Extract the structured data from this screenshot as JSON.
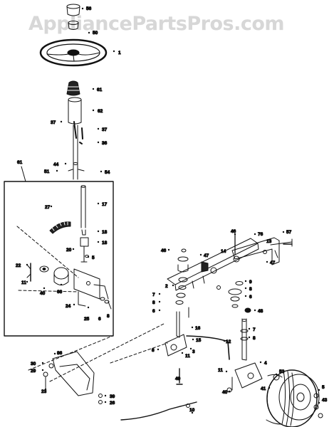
{
  "watermark": "AppliancePartsPros.com",
  "colors": {
    "ink": "#111111",
    "watermark": "#d7d7d7",
    "background": "#ffffff"
  },
  "callouts": [
    {
      "id": "c-top-cap",
      "text": "56"
    },
    {
      "id": "c-adapter",
      "text": "50"
    },
    {
      "id": "c-wheel",
      "text": "1"
    },
    {
      "id": "c-bellows",
      "text": "61"
    },
    {
      "id": "c-column-sleeve",
      "text": "62"
    },
    {
      "id": "c-pin-l",
      "text": "37"
    },
    {
      "id": "c-pin-r",
      "text": "37"
    },
    {
      "id": "c-pin-bottom",
      "text": "36"
    },
    {
      "id": "c-shaft-44",
      "text": "44"
    },
    {
      "id": "c-shaft-51",
      "text": "51"
    },
    {
      "id": "c-shaft-54",
      "text": "54"
    },
    {
      "id": "c-inset",
      "text": "61"
    },
    {
      "id": "c-shaft",
      "text": "17"
    },
    {
      "id": "c-sector",
      "text": "27"
    },
    {
      "id": "c-18a",
      "text": "18"
    },
    {
      "id": "c-18b",
      "text": "18"
    },
    {
      "id": "c-20",
      "text": "20"
    },
    {
      "id": "c-inset-5",
      "text": "5"
    },
    {
      "id": "c-22",
      "text": "22"
    },
    {
      "id": "c-11",
      "text": "11"
    },
    {
      "id": "c-40",
      "text": "40"
    },
    {
      "id": "c-60",
      "text": "60"
    },
    {
      "id": "c-24",
      "text": "24"
    },
    {
      "id": "c-25",
      "text": "25"
    },
    {
      "id": "c-inset-6",
      "text": "6"
    },
    {
      "id": "c-inset-8",
      "text": "8"
    },
    {
      "id": "c-46",
      "text": "46"
    },
    {
      "id": "c-47",
      "text": "47"
    },
    {
      "id": "c-spindle-l-2",
      "text": "2"
    },
    {
      "id": "c-7l",
      "text": "7"
    },
    {
      "id": "c-8l",
      "text": "8"
    },
    {
      "id": "c-6l",
      "text": "6"
    },
    {
      "id": "c-16",
      "text": "16"
    },
    {
      "id": "c-15",
      "text": "15"
    },
    {
      "id": "c-3",
      "text": "3"
    },
    {
      "id": "c-axle-8",
      "text": "8"
    },
    {
      "id": "c-11b",
      "text": "11"
    },
    {
      "id": "c-49",
      "text": "49"
    },
    {
      "id": "c-30",
      "text": "30"
    },
    {
      "id": "c-29",
      "text": "29"
    },
    {
      "id": "c-23",
      "text": "23"
    },
    {
      "id": "c-86",
      "text": "86"
    },
    {
      "id": "c-39",
      "text": "39"
    },
    {
      "id": "c-26",
      "text": "26"
    },
    {
      "id": "c-10",
      "text": "10"
    },
    {
      "id": "c-right-46",
      "text": "46"
    },
    {
      "id": "c-14",
      "text": "14"
    },
    {
      "id": "c-13",
      "text": "13"
    },
    {
      "id": "c-57",
      "text": "57"
    },
    {
      "id": "c-76",
      "text": "76"
    },
    {
      "id": "c-47b",
      "text": "47"
    },
    {
      "id": "c-right-9",
      "text": "9"
    },
    {
      "id": "c-right-8",
      "text": "8"
    },
    {
      "id": "c-right-6",
      "text": "6"
    },
    {
      "id": "c-48",
      "text": "48"
    },
    {
      "id": "c-right-7",
      "text": "7"
    },
    {
      "id": "c-right-8b",
      "text": "8"
    },
    {
      "id": "c-12",
      "text": "12"
    },
    {
      "id": "c-right-40",
      "text": "40"
    },
    {
      "id": "c-right-4",
      "text": "4"
    },
    {
      "id": "c-right-11",
      "text": "11"
    },
    {
      "id": "c-wheel-53",
      "text": "53"
    },
    {
      "id": "c-wheel-41",
      "text": "41"
    },
    {
      "id": "c-wheel-5",
      "text": "5"
    },
    {
      "id": "c-wheel-43",
      "text": "43"
    }
  ]
}
